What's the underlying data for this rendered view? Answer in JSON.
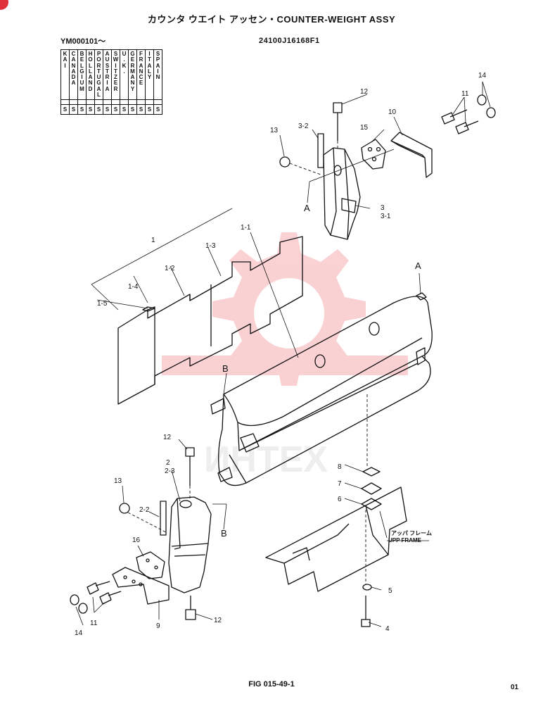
{
  "header": {
    "title": "カウンタ ウエイト アッセン・COUNTER-WEIGHT ASSY",
    "serial_range": "YM000101～",
    "assembly_part_number": "24100J16168F1"
  },
  "country_table": {
    "countries": [
      "KAI",
      "CANADA",
      "BELGIUM",
      "HOLLAND",
      "PORTUGAL",
      "AUSTRIA",
      "SWITZER",
      "U.K.",
      "GERMANY",
      "FRANCE",
      "ITALY",
      "SPAIN"
    ],
    "marks": [
      "S",
      "S",
      "S",
      "S",
      "S",
      "S",
      "S",
      "S",
      "S",
      "S",
      "S",
      "S"
    ]
  },
  "callouts": {
    "c1": "1",
    "c1_1": "1-1",
    "c1_2": "1-2",
    "c1_3": "1-3",
    "c1_4": "1-4",
    "c1_5": "1-5",
    "c2": "2",
    "c2_2": "2-2",
    "c2_3": "2-3",
    "c3": "3",
    "c3_1": "3-1",
    "c3_2": "3-2",
    "c4": "4",
    "c5": "5",
    "c6": "6",
    "c7": "7",
    "c8": "8",
    "c9": "9",
    "c10": "10",
    "c11_top": "11",
    "c11_bottom": "11",
    "c12_top": "12",
    "c12_mid": "12",
    "c12_bottom": "12",
    "c13_top": "13",
    "c13_bottom": "13",
    "c14_top": "14",
    "c14_bottom": "14",
    "c15": "15",
    "c16": "16",
    "ref_a_bracket": "A",
    "ref_a_weight": "A",
    "ref_b_weight": "B",
    "ref_b_bracket": "B"
  },
  "frame_label": {
    "japanese": "アッパ フレーム",
    "english": "UPP FRAME"
  },
  "footer": {
    "figure": "FIG 015-49-1",
    "page": "01"
  },
  "colors": {
    "line": "#111111",
    "watermark": "#e8323c",
    "badge": "#e0323c"
  }
}
